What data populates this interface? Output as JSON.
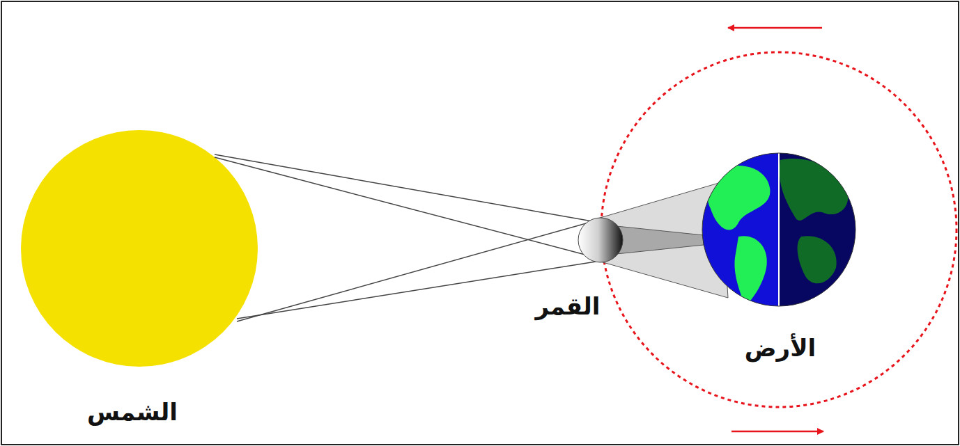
{
  "diagram": {
    "labels": [
      "الشمس",
      "القمر",
      "الأرض"
    ]
  }
}
